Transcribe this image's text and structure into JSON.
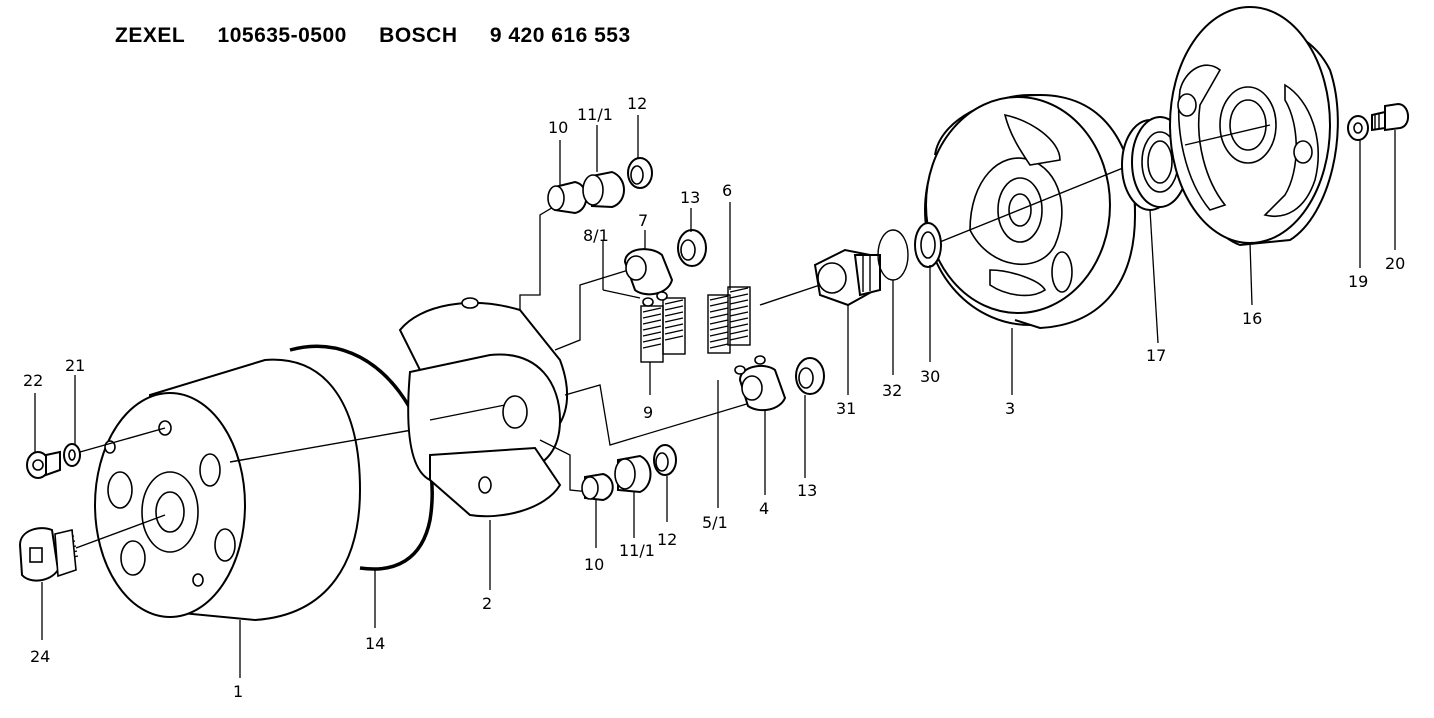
{
  "header": {
    "brand1": "ZEXEL",
    "part1": "105635-0500",
    "brand2": "BOSCH",
    "part2": "9 420 616 553"
  },
  "labels": {
    "p1": "1",
    "p2": "2",
    "p3": "3",
    "p4": "4",
    "p5_1": "5/1",
    "p6": "6",
    "p7": "7",
    "p8_1": "8/1",
    "p9": "9",
    "p10_top": "10",
    "p10_bot": "10",
    "p11_1_top": "11/1",
    "p11_1_bot": "11/1",
    "p12_top": "12",
    "p12_bot": "12",
    "p13_top": "13",
    "p13_bot": "13",
    "p14": "14",
    "p16": "16",
    "p17": "17",
    "p19": "19",
    "p20": "20",
    "p21": "21",
    "p22": "22",
    "p24": "24",
    "p30": "30",
    "p31": "31",
    "p32": "32"
  }
}
